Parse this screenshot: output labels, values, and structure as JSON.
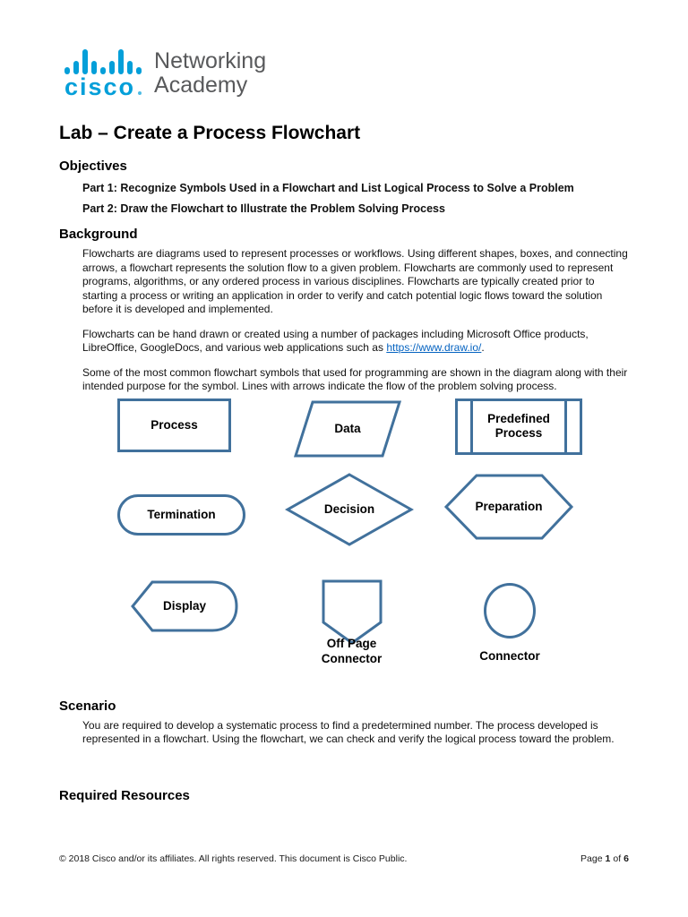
{
  "colors": {
    "brand": "#049FD9",
    "stroke": "#41719C",
    "link": "#0563C1",
    "gray_text": "#58595B"
  },
  "logo": {
    "brand": "cisco",
    "line1": "Networking",
    "line2": "Academy"
  },
  "title": "Lab – Create a Process Flowchart",
  "objectives": {
    "heading": "Objectives",
    "parts": [
      "Part 1: Recognize Symbols Used in a Flowchart and List Logical Process to Solve a Problem",
      "Part 2: Draw the Flowchart to Illustrate the Problem Solving Process"
    ]
  },
  "background": {
    "heading": "Background",
    "p1": "Flowcharts are diagrams used to represent processes or workflows. Using different shapes, boxes, and connecting arrows, a flowchart represents the solution flow to a given problem. Flowcharts are commonly used to represent programs, algorithms, or any ordered process in various disciplines. Flowcharts are typically created prior to starting a process or writing an application in order to verify and catch potential logic flows toward the solution before it is developed and implemented.",
    "p2_before_link": "Flowcharts can be hand drawn or created using a number of packages including Microsoft Office products, LibreOffice, GoogleDocs, and various web applications such as ",
    "p2_link": "https://www.draw.io/",
    "p2_after_link": ".",
    "p3": "Some of the most common flowchart symbols that used for programming are shown in the diagram along with their intended purpose for the symbol. Lines with arrows indicate the flow of the problem solving process."
  },
  "diagram": {
    "process": "Process",
    "data": "Data",
    "predefined": "Predefined Process",
    "termination": "Termination",
    "decision": "Decision",
    "preparation": "Preparation",
    "display": "Display",
    "offpage": "Off Page Connector",
    "connector": "Connector"
  },
  "scenario": {
    "heading": "Scenario",
    "p1": "You are required to develop a systematic process to find a predetermined number. The process developed is represented in a flowchart. Using the flowchart, we can check and verify the logical process toward the problem."
  },
  "required_resources": {
    "heading": "Required Resources"
  },
  "footer": {
    "copyright": "© 2018 Cisco and/or its affiliates. All rights reserved. This document is Cisco Public.",
    "page_word": "Page",
    "page_num": "1",
    "of_word": "of",
    "total": "6"
  }
}
